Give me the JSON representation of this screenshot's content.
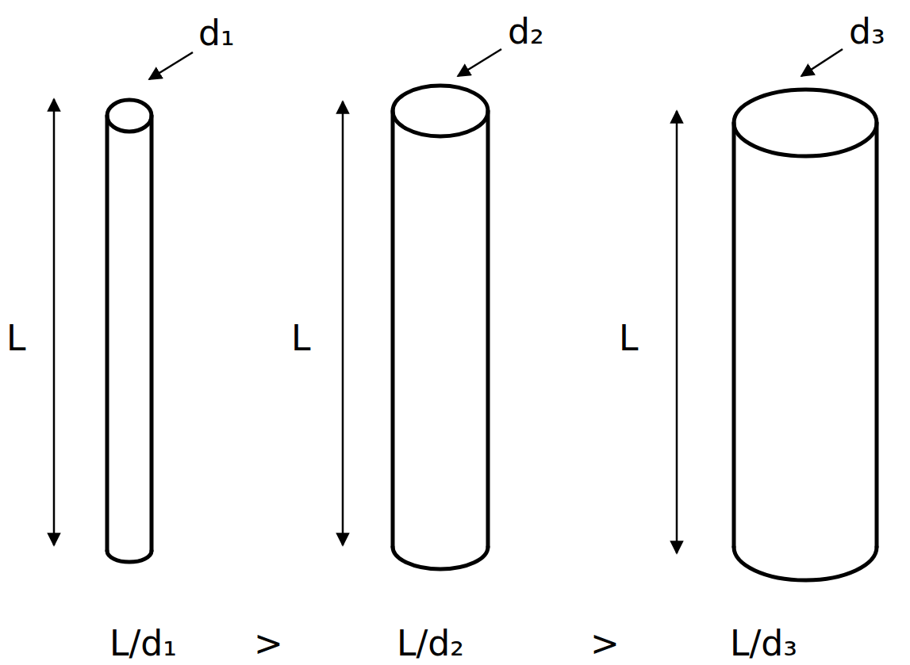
{
  "diagram": {
    "labels": [
      "d₁",
      "d₂",
      "d₃",
      "L",
      "L",
      "L",
      "L/d₁",
      ">",
      "L/d₂",
      ">",
      "L/d₃"
    ]
  }
}
